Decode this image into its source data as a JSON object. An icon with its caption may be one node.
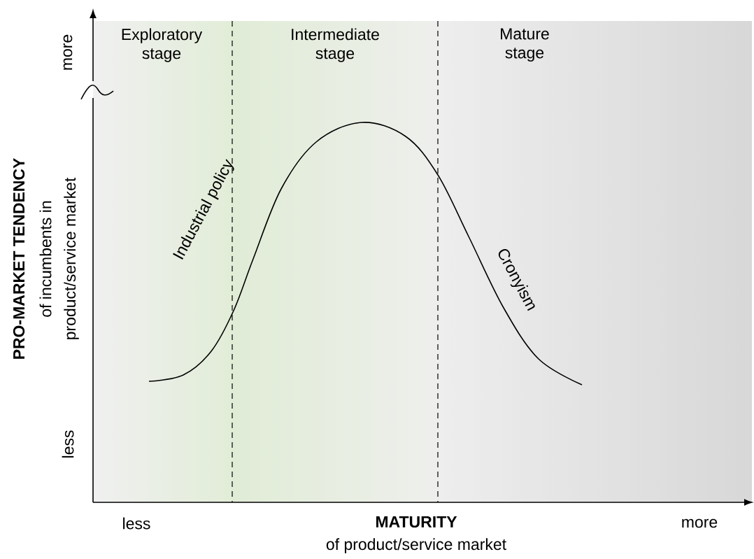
{
  "diagram": {
    "nodes": [
      {
        "text": [
          "Exploratory stage"
        ]
      },
      {
        "text": [
          "Intermediate stage"
        ]
      },
      {
        "text": [
          "Mature stage"
        ]
      }
    ],
    "labels": [
      "more",
      "PRO-MARKET TENDENCY",
      "of incumbents in",
      "product/service market",
      "Industrial policy",
      "Cronyism",
      "less",
      "less",
      "MATURITY",
      "of product/service market",
      "more"
    ]
  }
}
